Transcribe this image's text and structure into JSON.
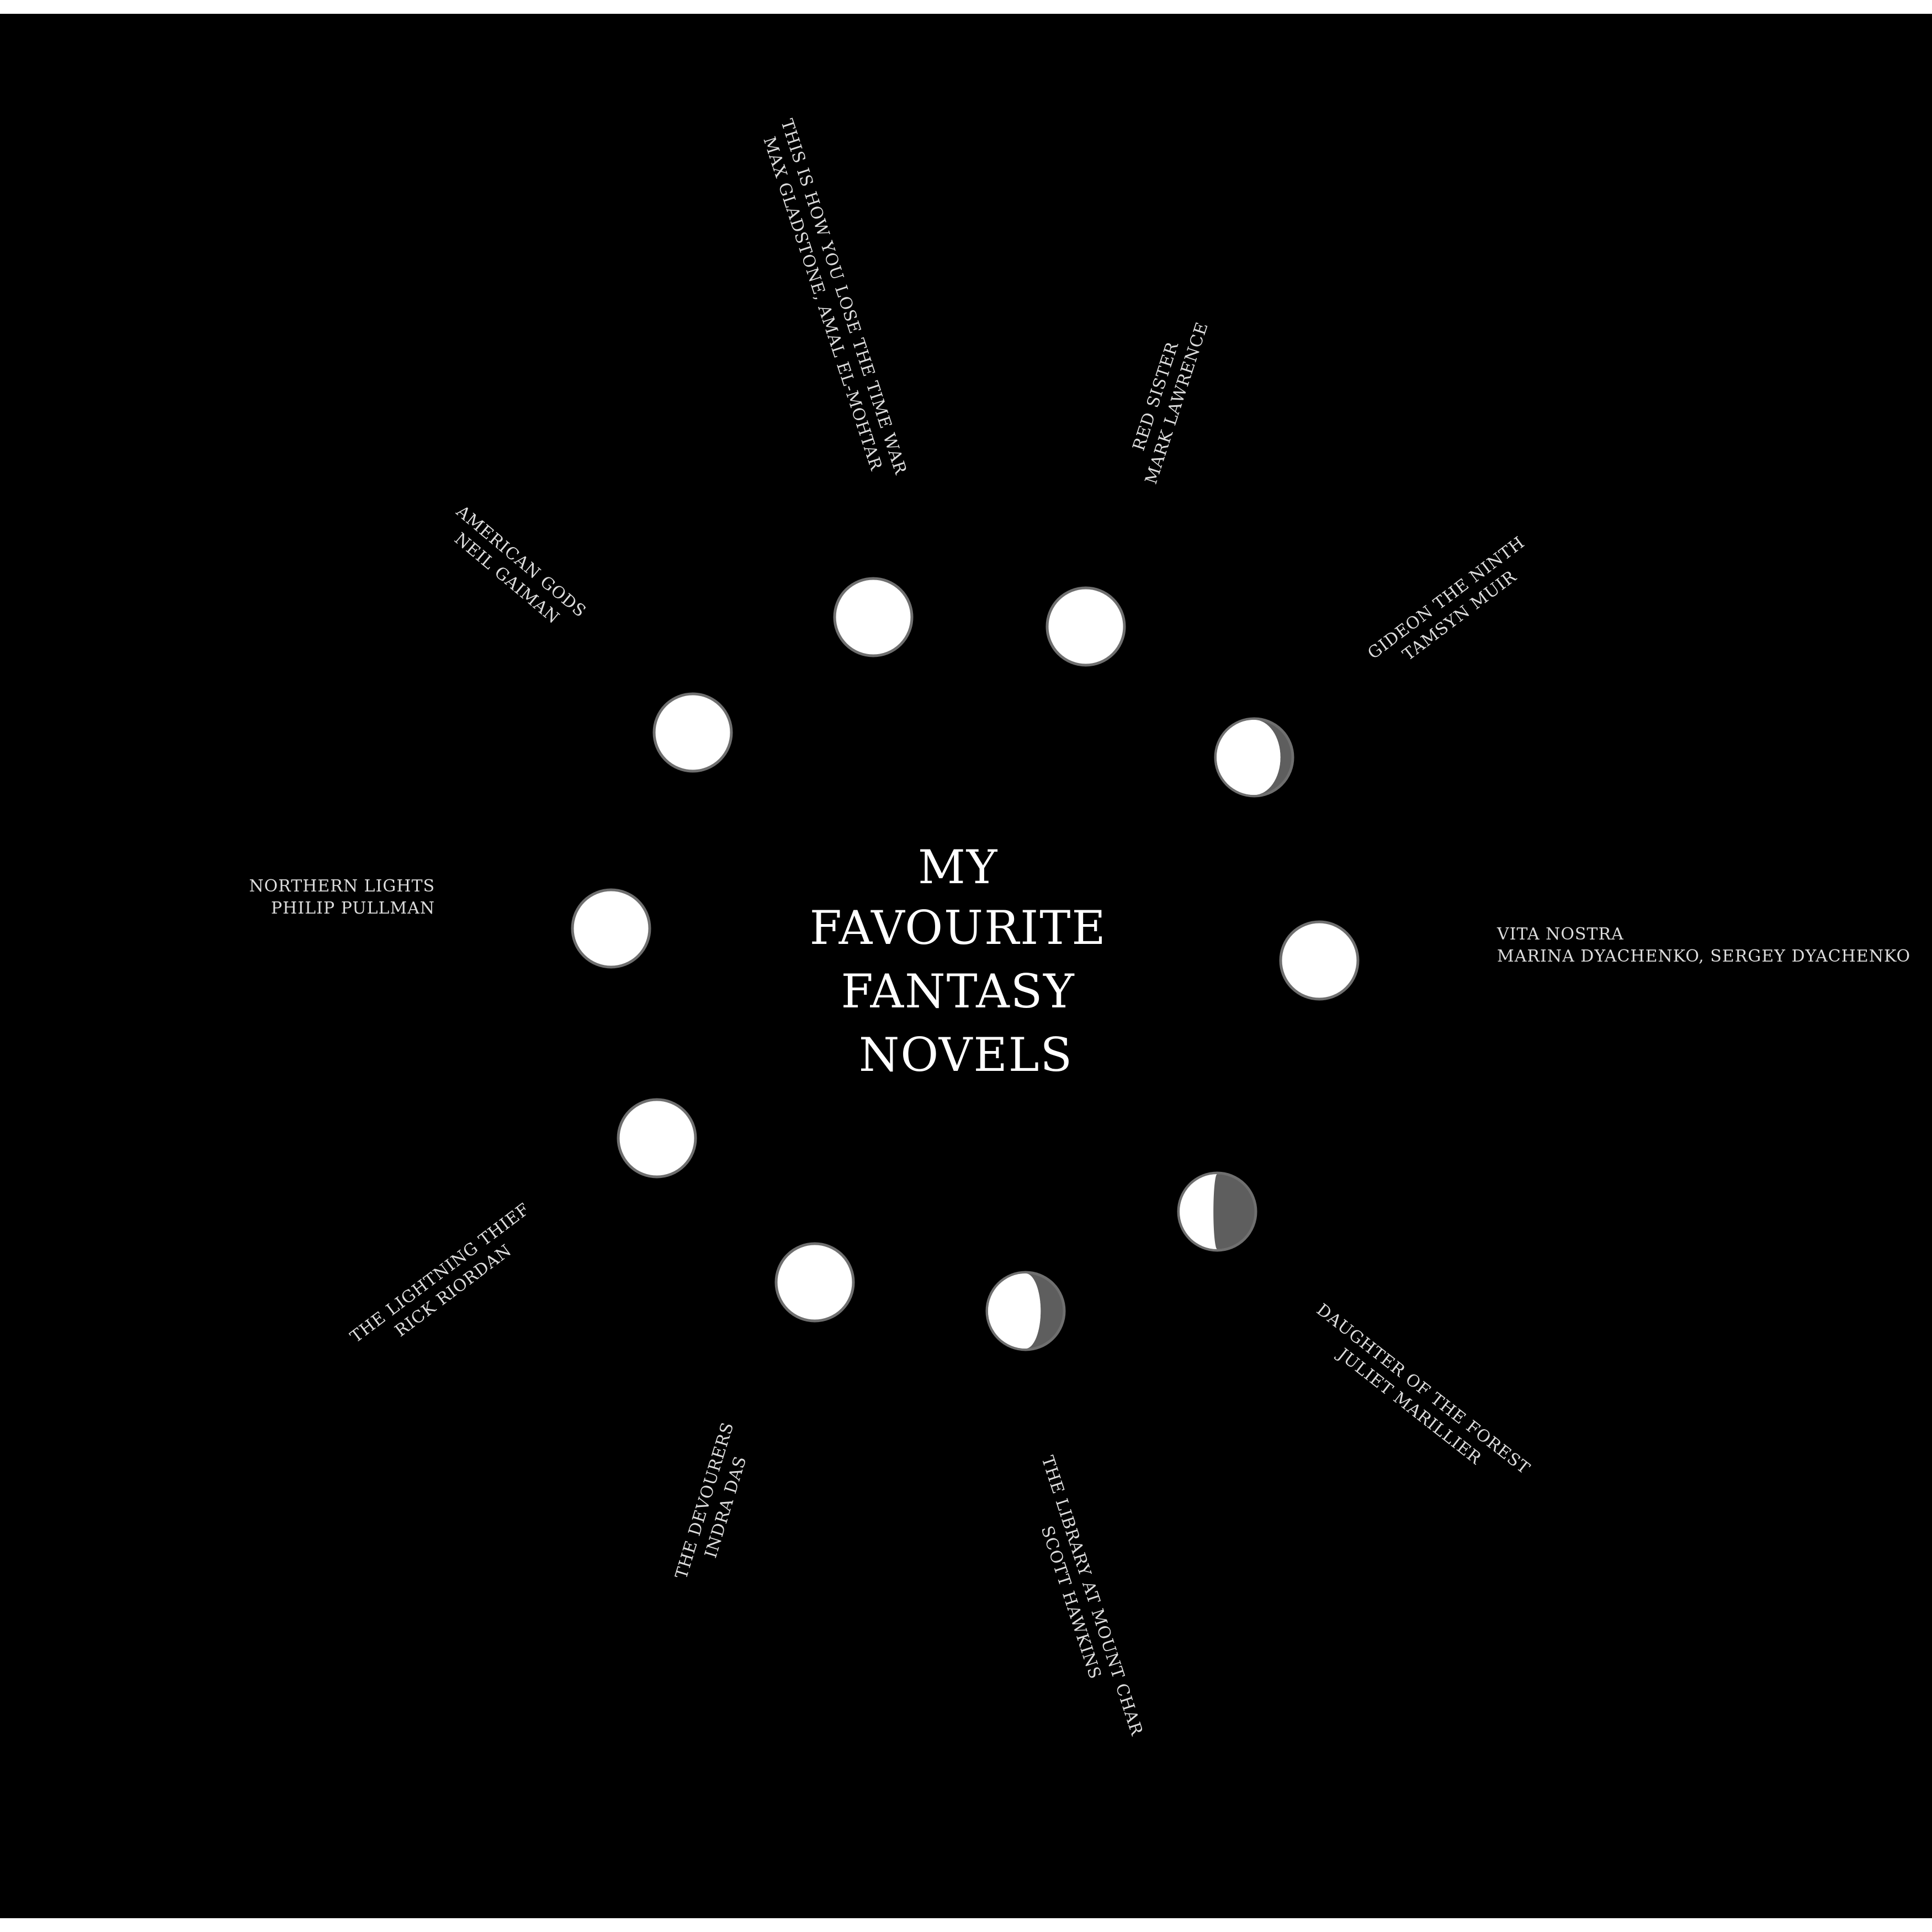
{
  "colors": {
    "background": "#000000",
    "frame": "#ffffff",
    "moon_light": "#ffffff",
    "moon_shadow": "#5e5e5e",
    "moon_rim": "#6f6f6f",
    "text": "#dddddd",
    "title_text": "#ffffff"
  },
  "title": {
    "lines": [
      "MY",
      "FAVOURITE",
      "FANTASY",
      "NOVELS"
    ]
  },
  "books": [
    {
      "title": "THIS IS HOW YOU LOSE THE TIME WAR",
      "author": "MAX GLADSTONE, AMAL EL-MOHTAR",
      "moon_shadow": 0
    },
    {
      "title": "RED SISTER",
      "author": "MARK LAWRENCE",
      "moon_shadow": 0
    },
    {
      "title": "GIDEON THE NINTH",
      "author": "TAMSYN MUIR",
      "moon_shadow": 0.15
    },
    {
      "title": "VITA NOSTRA",
      "author": "MARINA DYACHENKO, SERGEY DYACHENKO",
      "moon_shadow": 0
    },
    {
      "title": "DAUGHTER OF THE FOREST",
      "author": "JULIET MARILLIER",
      "moon_shadow": 0.55
    },
    {
      "title": "THE LIBRARY AT MOUNT CHAR",
      "author": "SCOTT HAWKINS",
      "moon_shadow": 0.3
    },
    {
      "title": "THE DEVOURERS",
      "author": "INDRA DAS",
      "moon_shadow": 0
    },
    {
      "title": "THE LIGHTNING THIEF",
      "author": "RICK RIORDAN",
      "moon_shadow": 0
    },
    {
      "title": "NORTHERN LIGHTS",
      "author": "PHILIP PULLMAN",
      "moon_shadow": 0
    },
    {
      "title": "AMERICAN GODS",
      "author": "NEIL GAIMAN",
      "moon_shadow": 0
    }
  ]
}
